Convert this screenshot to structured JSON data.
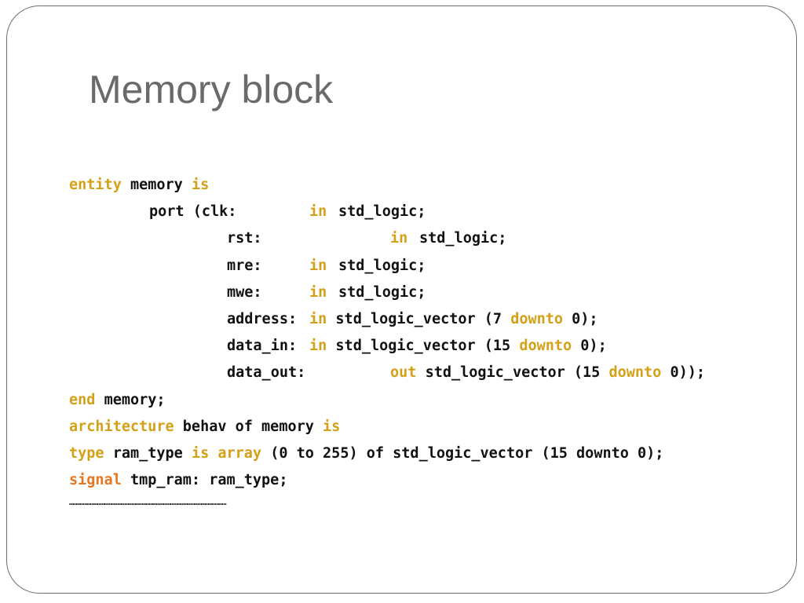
{
  "slide": {
    "title": "Memory block",
    "code": {
      "l1": {
        "kw1": "entity",
        "name": "memory",
        "kw2": "is"
      },
      "l2": {
        "port": "port (clk:",
        "dir": "in",
        "type": "std_logic;"
      },
      "l3": {
        "sig": "rst:",
        "dir": "in",
        "type": "std_logic;"
      },
      "l4": {
        "sig": "mre:",
        "dir": "in",
        "type": "std_logic;"
      },
      "l5": {
        "sig": "mwe:",
        "dir": "in",
        "type": "std_logic;"
      },
      "l6": {
        "sig": "address:",
        "dir": "in",
        "type": "std_logic_vector (7",
        "kw": "downto",
        "rest": "0);"
      },
      "l7": {
        "sig": "data_in:",
        "dir": "in",
        "type": "std_logic_vector (15",
        "kw": "downto",
        "rest": "0);"
      },
      "l8": {
        "sig": "data_out:",
        "dir": "out",
        "type": "std_logic_vector (15",
        "kw": "downto",
        "rest": "0));"
      },
      "l9": {
        "kw": "end",
        "rest": "memory;"
      },
      "l10": {
        "kw": "architecture",
        "mid": "behav of memory",
        "kw2": "is"
      },
      "l11": {
        "kw": "type",
        "mid": "ram_type",
        "kw2": "is",
        "kw3": "array",
        "rest": "(0 to 255) of std_logic_vector (15 downto 0);"
      },
      "l12": {
        "kw": "signal",
        "rest": "tmp_ram: ram_type;"
      },
      "dots": "………………………………………………………………………………………………………………………"
    }
  }
}
